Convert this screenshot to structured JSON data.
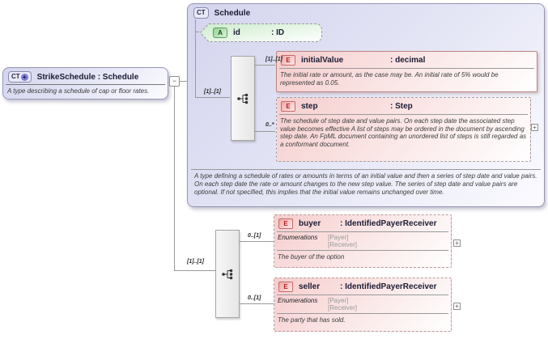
{
  "strike_schedule_box": {
    "kind_icon": "CT",
    "kind_plus": "+",
    "title": "StrikeSchedule : Schedule",
    "description": "A type describing a schedule of cap or floor rates.",
    "collapse_toggle": "−"
  },
  "schedule_box": {
    "kind_icon": "CT",
    "title": "Schedule",
    "id_attribute": {
      "kind_icon": "A",
      "name": "id",
      "type": ": ID"
    },
    "content_cardinality": "[1]..[1]",
    "initial_value": {
      "kind_icon": "E",
      "name": "initialValue",
      "type": ": decimal",
      "cardinality": "[1]..[1]",
      "description": "The initial rate or amount, as the case may be. An initial rate of 5% would be represented as 0.05."
    },
    "step": {
      "kind_icon": "E",
      "name": "step",
      "type": ": Step",
      "cardinality": "0..*",
      "expand_toggle": "+",
      "description": "The schedule of step date and value pairs. On each step date the associated step value becomes effective A list of steps may be ordered in the document by ascending step date. An FpML document containing an unordered list of steps is still regarded as a conformant document."
    },
    "description": "A type defining a schedule of rates or amounts in terms of an initial value and then a series of step date and value pairs. On each step date the rate or amount changes to the new step value. The series of step date and value pairs are optional. If not specified, this implies that the initial value remains unchanged over time."
  },
  "extension_sequence": {
    "cardinality": "[1]..[1]",
    "buyer": {
      "kind_icon": "E",
      "name": "buyer",
      "type": ": IdentifiedPayerReceiver",
      "cardinality": "0..[1]",
      "enumerations_label": "Enumerations",
      "enumerations": [
        "[Payer]",
        "[Receiver]"
      ],
      "expand_toggle": "+",
      "description": "The buyer of the option"
    },
    "seller": {
      "kind_icon": "E",
      "name": "seller",
      "type": ": IdentifiedPayerReceiver",
      "cardinality": "0..[1]",
      "enumerations_label": "Enumerations",
      "enumerations": [
        "[Payer]",
        "[Receiver]"
      ],
      "expand_toggle": "+",
      "description": "The party that has sold."
    }
  },
  "colors": {
    "complextype_lavender": "#d4d5ee",
    "element_pink": "#f6cdcd",
    "attribute_green": "#cdeccd",
    "connector_grey": "#9a9a9a",
    "element_icon_red": "#b02020"
  }
}
